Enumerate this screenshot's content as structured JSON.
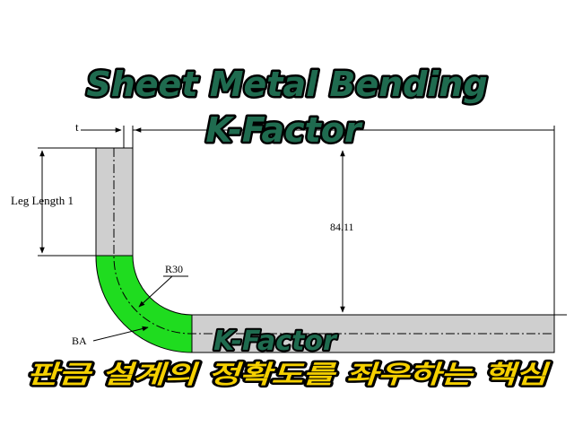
{
  "diagram": {
    "title_line1": "Sheet Metal Bending",
    "title_line2": "K-Factor",
    "overlay_kfactor": "K-Factor",
    "subtitle_korean": "판금 설계의 정확도를 좌우하는 핵심",
    "label_t": "t",
    "label_leg_length": "Leg Length 1",
    "label_dimension": "84.11",
    "label_radius": "R30",
    "label_ba": "BA",
    "colors": {
      "title_fill": "#1f6b4f",
      "title_stroke": "#000000",
      "subtitle_fill": "#f5d000",
      "bend_fill": "#1fdc1f",
      "metal_fill": "#cfcfcf",
      "line": "#000000"
    }
  }
}
